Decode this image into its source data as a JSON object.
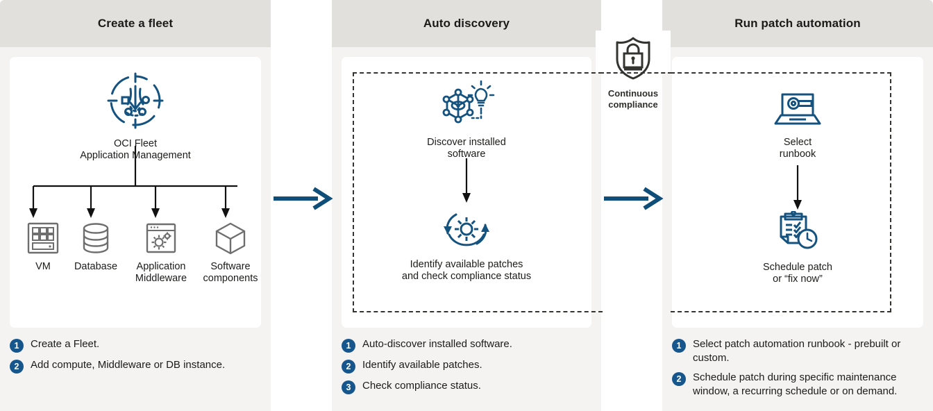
{
  "colors": {
    "brand_blue": "#17568c",
    "icon_blue": "#14527f",
    "icon_gray": "#6e6e6e",
    "header_bg": "#e2e0dc",
    "card_bg": "#f4f3f1",
    "panel_bg": "#ffffff",
    "text": "#1b1b19",
    "dash": "#333330"
  },
  "columns": [
    {
      "title": "Create a fleet",
      "hero": {
        "icon": "fleet-target-icon",
        "label_lines": [
          "OCI Fleet",
          "Application Management"
        ]
      },
      "leaves": [
        {
          "icon": "vm-icon",
          "label_lines": [
            "VM"
          ]
        },
        {
          "icon": "database-icon",
          "label_lines": [
            "Database"
          ]
        },
        {
          "icon": "application-middleware-icon",
          "label_lines": [
            "Application",
            "Middleware"
          ]
        },
        {
          "icon": "software-components-icon",
          "label_lines": [
            "Software",
            "components"
          ]
        }
      ],
      "bullets": [
        {
          "num": "1",
          "text": "Create a Fleet."
        },
        {
          "num": "2",
          "text": "Add compute, Middleware or DB instance."
        }
      ]
    },
    {
      "title": "Auto discovery",
      "nodes": [
        {
          "icon": "discover-network-bulb-icon",
          "label_lines": [
            "Discover installed",
            "software"
          ]
        },
        {
          "icon": "patch-gear-refresh-icon",
          "label_lines": [
            "Identify available patches",
            "and check compliance status"
          ]
        }
      ],
      "bullets": [
        {
          "num": "1",
          "text": "Auto-discover installed software."
        },
        {
          "num": "2",
          "text": "Identify available patches."
        },
        {
          "num": "3",
          "text": "Check compliance status."
        }
      ]
    },
    {
      "title": "Run patch automation",
      "nodes": [
        {
          "icon": "laptop-wrench-icon",
          "label_lines": [
            "Select",
            "runbook"
          ]
        },
        {
          "icon": "clipboard-clock-icon",
          "label_lines": [
            "Schedule patch",
            "or “fix now”"
          ]
        }
      ],
      "bullets": [
        {
          "num": "1",
          "text": "Select patch automation runbook - prebuilt or custom."
        },
        {
          "num": "2",
          "text": "Schedule patch during specific maintenance window, a recurring schedule or on demand."
        }
      ]
    }
  ],
  "badge": {
    "icon": "shield-lock-icon",
    "label_lines": [
      "Continuous",
      "compliance"
    ]
  },
  "flow_arrows": [
    {
      "name": "arrow-create-to-discovery"
    },
    {
      "name": "arrow-discovery-to-patch"
    }
  ]
}
